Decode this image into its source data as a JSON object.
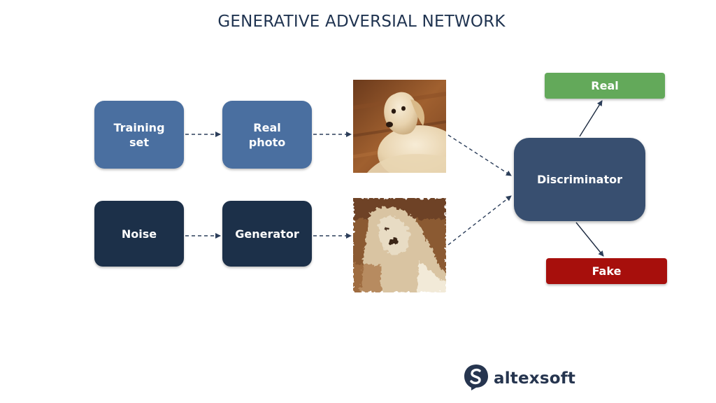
{
  "title": "GENERATIVE ADVERSIAL NETWORK",
  "nodes": {
    "training_set": "Training\nset",
    "real_photo": "Real\nphoto",
    "noise": "Noise",
    "generator": "Generator",
    "discriminator": "Discriminator",
    "real": "Real",
    "fake": "Fake"
  },
  "images": {
    "real_photo": "dog-photo",
    "generated_photo": "noisy-dog-photo"
  },
  "logo": {
    "text": "altexsoft",
    "icon": "altexsoft-logo-icon"
  },
  "colors": {
    "title": "#1f3350",
    "input_nodes": "#4a6fa0",
    "generator_nodes": "#1c3049",
    "discriminator": "#384f70",
    "real": "#63a95a",
    "fake": "#a70f0c",
    "arrows": "#2c3e5a"
  }
}
